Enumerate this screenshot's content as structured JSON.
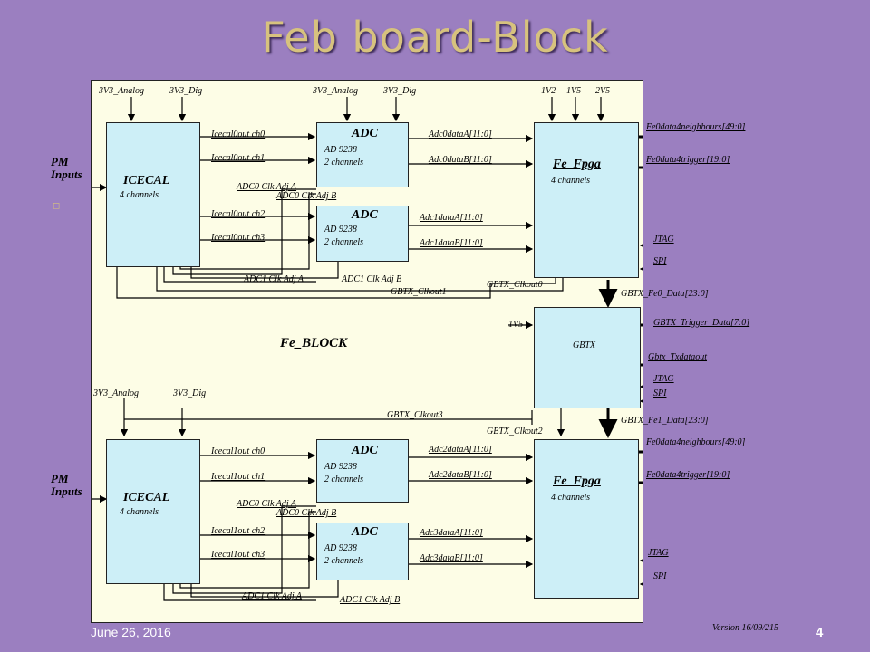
{
  "slide": {
    "title": "Feb board-Block",
    "date": "June 26, 2016",
    "page_number": "4",
    "version": "Version 16/09/215",
    "bullet_glyph": "◻"
  },
  "diagram": {
    "block_label": "Fe_BLOCK",
    "pm_inputs_top": [
      "PM",
      "Inputs"
    ],
    "pm_inputs_bottom": [
      "PM",
      "Inputs"
    ],
    "top": {
      "supplies": {
        "icecal_analog": "3V3_Analog",
        "icecal_dig": "3V3_Dig",
        "adc_analog": "3V3_Analog",
        "adc_dig": "3V3_Dig",
        "v1": "1V2",
        "v2": "1V5",
        "v3": "2V5"
      },
      "icecal": {
        "name": "ICECAL",
        "sub": "4 channels"
      },
      "adc0": {
        "name": "ADC",
        "part": "AD 9238",
        "sub": "2 channels"
      },
      "adc1": {
        "name": "ADC",
        "part": "AD 9238",
        "sub": "2 channels"
      },
      "fpga": {
        "name": "Fe_Fpga",
        "sub": "4 channels"
      },
      "ch": [
        "Icecal0out ch0",
        "Icecal0out ch1",
        "Icecal0out ch2",
        "Icecal0out ch3"
      ],
      "adc_out": [
        "Adc0dataA[11:0]",
        "Adc0dataB[11:0]",
        "Adc1dataA[11:0]",
        "Adc1dataB[11:0]"
      ],
      "clk": [
        "ADC0 Clk Adj A",
        "ADC0 Clk Adj B",
        "ADC1 Clk Adj A",
        "ADC1 Clk Adj B"
      ],
      "outputs": [
        "Fe0data4neighbours[49:0]",
        "Fe0data4trigger[19:0]",
        "JTAG",
        "SPI"
      ],
      "gbtx_clk_fpga": "GBTX_Clkout0",
      "gbtx_clk_icecal": "GBTX_Clkout1",
      "fe_data": "GBTX_Fe0_Data[23:0]"
    },
    "gbtx": {
      "name": "GBTX",
      "supply": "1V5",
      "outputs": [
        "GBTX_Trigger_Data[7:0]",
        "Gbtx_Txdataout",
        "JTAG",
        "SPI"
      ],
      "clkout3": "GBTX_Clkout3"
    },
    "bottom": {
      "supplies": {
        "icecal_analog": "3V3_Analog",
        "icecal_dig": "3V3_Dig"
      },
      "icecal": {
        "name": "ICECAL",
        "sub": "4 channels"
      },
      "adc0": {
        "name": "ADC",
        "part": "AD 9238",
        "sub": "2 channels"
      },
      "adc1": {
        "name": "ADC",
        "part": "AD 9238",
        "sub": "2 channels"
      },
      "fpga": {
        "name": "Fe_Fpga",
        "sub": "4 channels"
      },
      "ch": [
        "Icecal1out ch0",
        "Icecal1out ch1",
        "Icecal1out ch2",
        "Icecal1out ch3"
      ],
      "adc_out": [
        "Adc2dataA[11:0]",
        "Adc2dataB[11:0]",
        "Adc3dataA[11:0]",
        "Adc3dataB[11:0]"
      ],
      "clk": [
        "ADC0 Clk Adj A",
        "ADC0 Clk Adj B",
        "ADC1 Clk Adj A",
        "ADC1 Clk Adj B"
      ],
      "outputs": [
        "Fe0data4neighbours[49:0]",
        "Fe0data4trigger[19:0]",
        "JTAG",
        "SPI"
      ],
      "gbtx_clk_fpga": "GBTX_Clkout2",
      "fe_data": "GBTX_Fe1_Data[23:0]"
    }
  }
}
